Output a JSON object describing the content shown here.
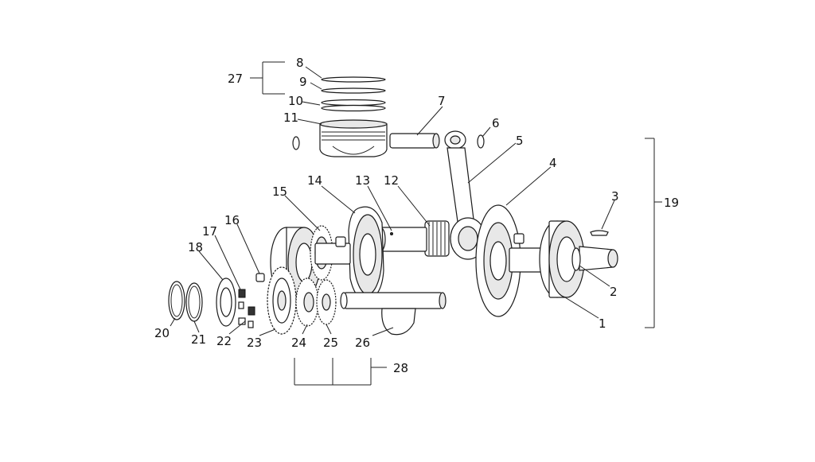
{
  "diagram": {
    "colors": {
      "stroke": "#1a1a1a",
      "text": "#111111",
      "background": "#ffffff"
    },
    "callouts": [
      {
        "id": "c1",
        "text": "1"
      },
      {
        "id": "c2",
        "text": "2"
      },
      {
        "id": "c3",
        "text": "3"
      },
      {
        "id": "c4",
        "text": "4"
      },
      {
        "id": "c5",
        "text": "5"
      },
      {
        "id": "c6",
        "text": "6"
      },
      {
        "id": "c7",
        "text": "7"
      },
      {
        "id": "c8",
        "text": "8"
      },
      {
        "id": "c9",
        "text": "9"
      },
      {
        "id": "c10",
        "text": "10"
      },
      {
        "id": "c11",
        "text": "11"
      },
      {
        "id": "c12",
        "text": "12"
      },
      {
        "id": "c13",
        "text": "13"
      },
      {
        "id": "c14",
        "text": "14"
      },
      {
        "id": "c15",
        "text": "15"
      },
      {
        "id": "c16",
        "text": "16"
      },
      {
        "id": "c17",
        "text": "17"
      },
      {
        "id": "c18",
        "text": "18"
      },
      {
        "id": "c19",
        "text": "19"
      },
      {
        "id": "c20",
        "text": "20"
      },
      {
        "id": "c21",
        "text": "21"
      },
      {
        "id": "c22",
        "text": "22"
      },
      {
        "id": "c23",
        "text": "23"
      },
      {
        "id": "c24",
        "text": "24"
      },
      {
        "id": "c25",
        "text": "25"
      },
      {
        "id": "c26",
        "text": "26"
      },
      {
        "id": "c27",
        "text": "27"
      },
      {
        "id": "c28",
        "text": "28"
      }
    ]
  }
}
